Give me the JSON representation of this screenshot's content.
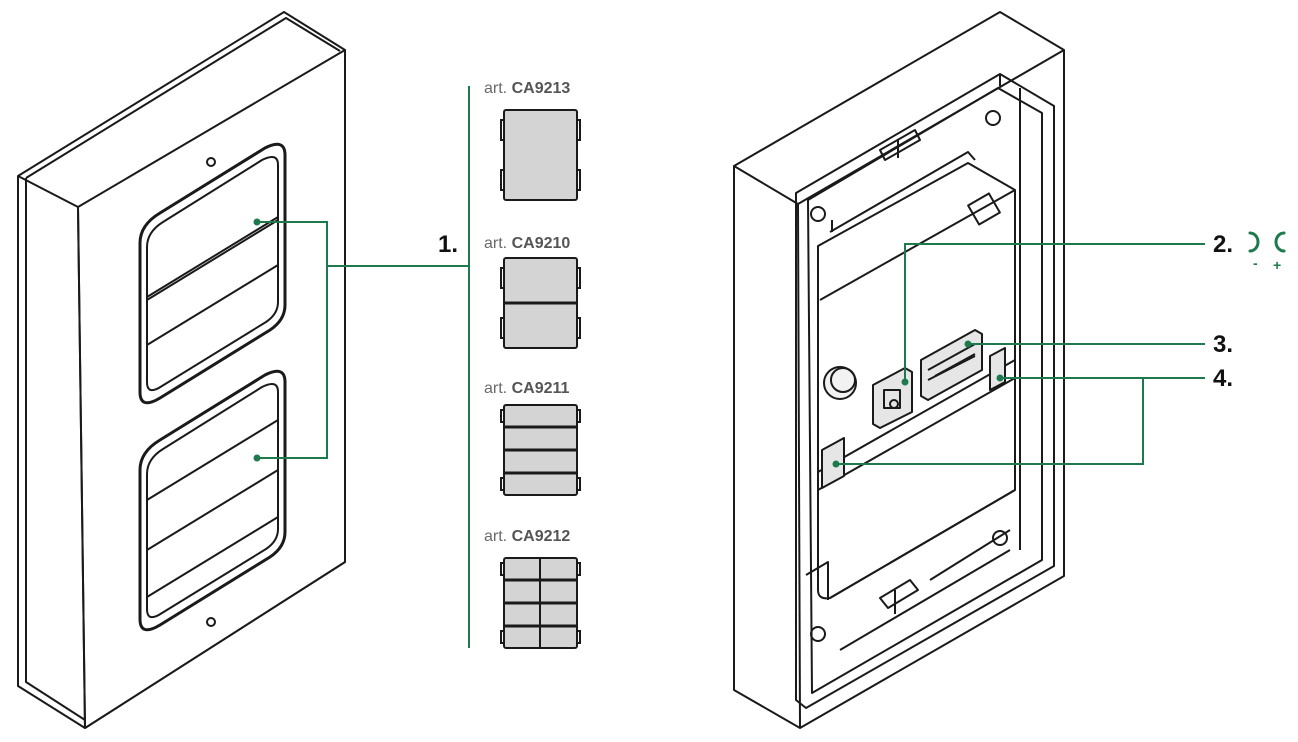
{
  "colors": {
    "callout_line": "#1e7a4c",
    "outline": "#1a1a1a",
    "module_fill": "#d4d4d4",
    "text_gray": "#6a6a6a"
  },
  "modules": [
    {
      "prefix": "art.",
      "code": "CA9213",
      "variant": "single"
    },
    {
      "prefix": "art.",
      "code": "CA9210",
      "variant": "double"
    },
    {
      "prefix": "art.",
      "code": "CA9211",
      "variant": "quad"
    },
    {
      "prefix": "art.",
      "code": "CA9212",
      "variant": "grid"
    }
  ],
  "callouts": {
    "c1": "1.",
    "c2": "2.",
    "c3": "3.",
    "c4": "4."
  },
  "polarity": {
    "minus": "-",
    "plus": "+"
  },
  "icons": {
    "bus_terminal": "bus-terminal-icon"
  }
}
